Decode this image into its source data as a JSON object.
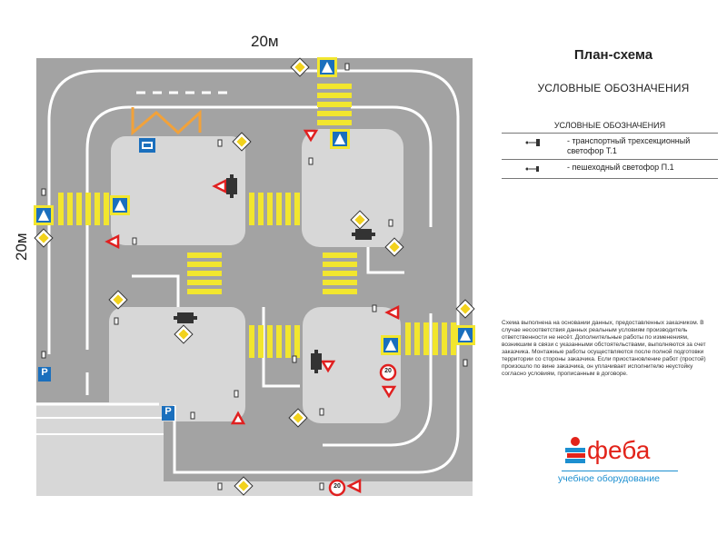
{
  "plan": {
    "title": "План-схема",
    "subtitle": "УСЛОВНЫЕ ОБОЗНАЧЕНИЯ",
    "dim_top": "20м",
    "dim_left": "20м"
  },
  "legend": {
    "header": "УСЛОВНЫЕ ОБОЗНАЧЕНИЯ",
    "items": [
      {
        "icon": "vehicle-traffic-light-icon",
        "label": "- транспортный  трехсекционный светофор Т.1"
      },
      {
        "icon": "pedestrian-traffic-light-icon",
        "label": "- пешеходный светофор П.1"
      }
    ]
  },
  "notes": {
    "text": "Схема выполнена на основании данных, предоставленных заказчиком. В случае несоответствия данных реальным условиям производитель ответственности не несёт. Дополнительные работы по изменениям, возникшим в связи с указанными обстоятельствами, выполняются за счет заказчика. Монтажные работы осуществляются после полной подготовки территории со стороны заказчика. Если приостановление работ (простой) произошло по вине заказчика, он уплачивает исполнителю неустойку согласно условиям, прописанным в договоре."
  },
  "signs": {
    "parking": "P",
    "speed_limit": "20"
  },
  "logo": {
    "name": "феба",
    "tagline": "учебное оборудование"
  },
  "colors": {
    "road": "#a3a3a3",
    "island": "#d7d7d7",
    "crosswalk": "#f2e62e",
    "sign_blue": "#1a6fbd",
    "sign_red": "#e02020",
    "brand_red": "#e2231a",
    "brand_blue": "#1c8fd0",
    "barrier_orange": "#f2a23a"
  }
}
